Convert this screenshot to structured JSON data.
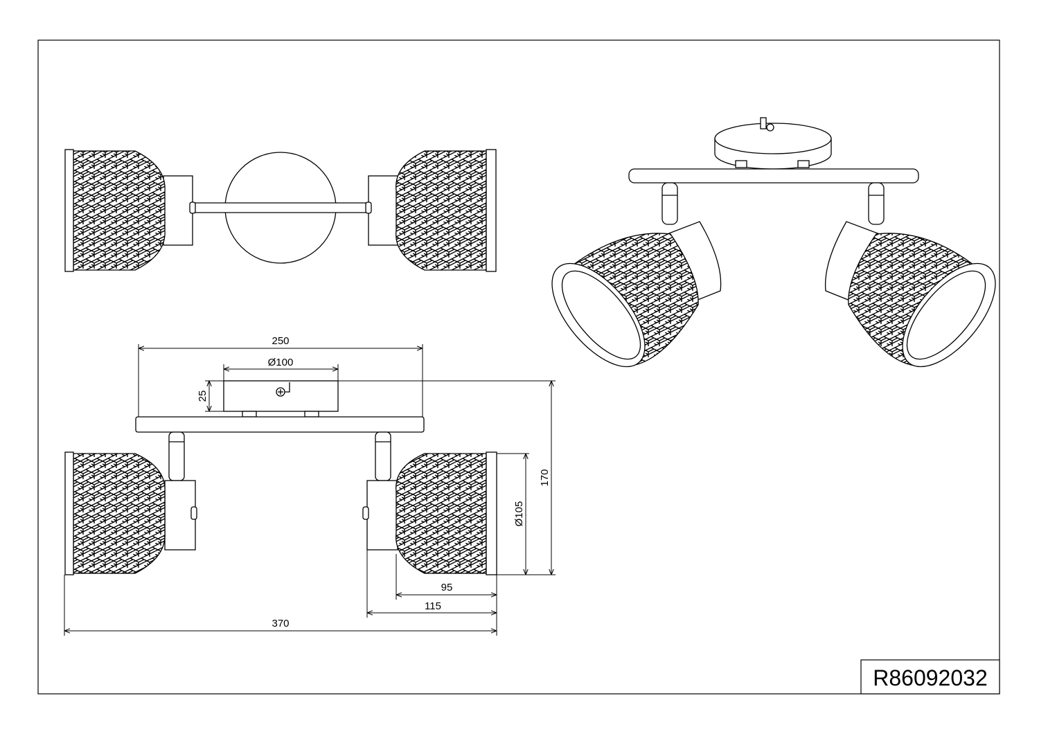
{
  "drawing": {
    "product_code": "R86092032",
    "dimensions": {
      "overall_width": "370",
      "bar_length": "250",
      "canopy_diameter": "Ø100",
      "canopy_height": "25",
      "total_height": "170",
      "shade_diameter": "Ø105",
      "shade_depth": "95",
      "spot_depth": "115"
    },
    "colors": {
      "line": "#000000",
      "background": "#ffffff"
    }
  }
}
